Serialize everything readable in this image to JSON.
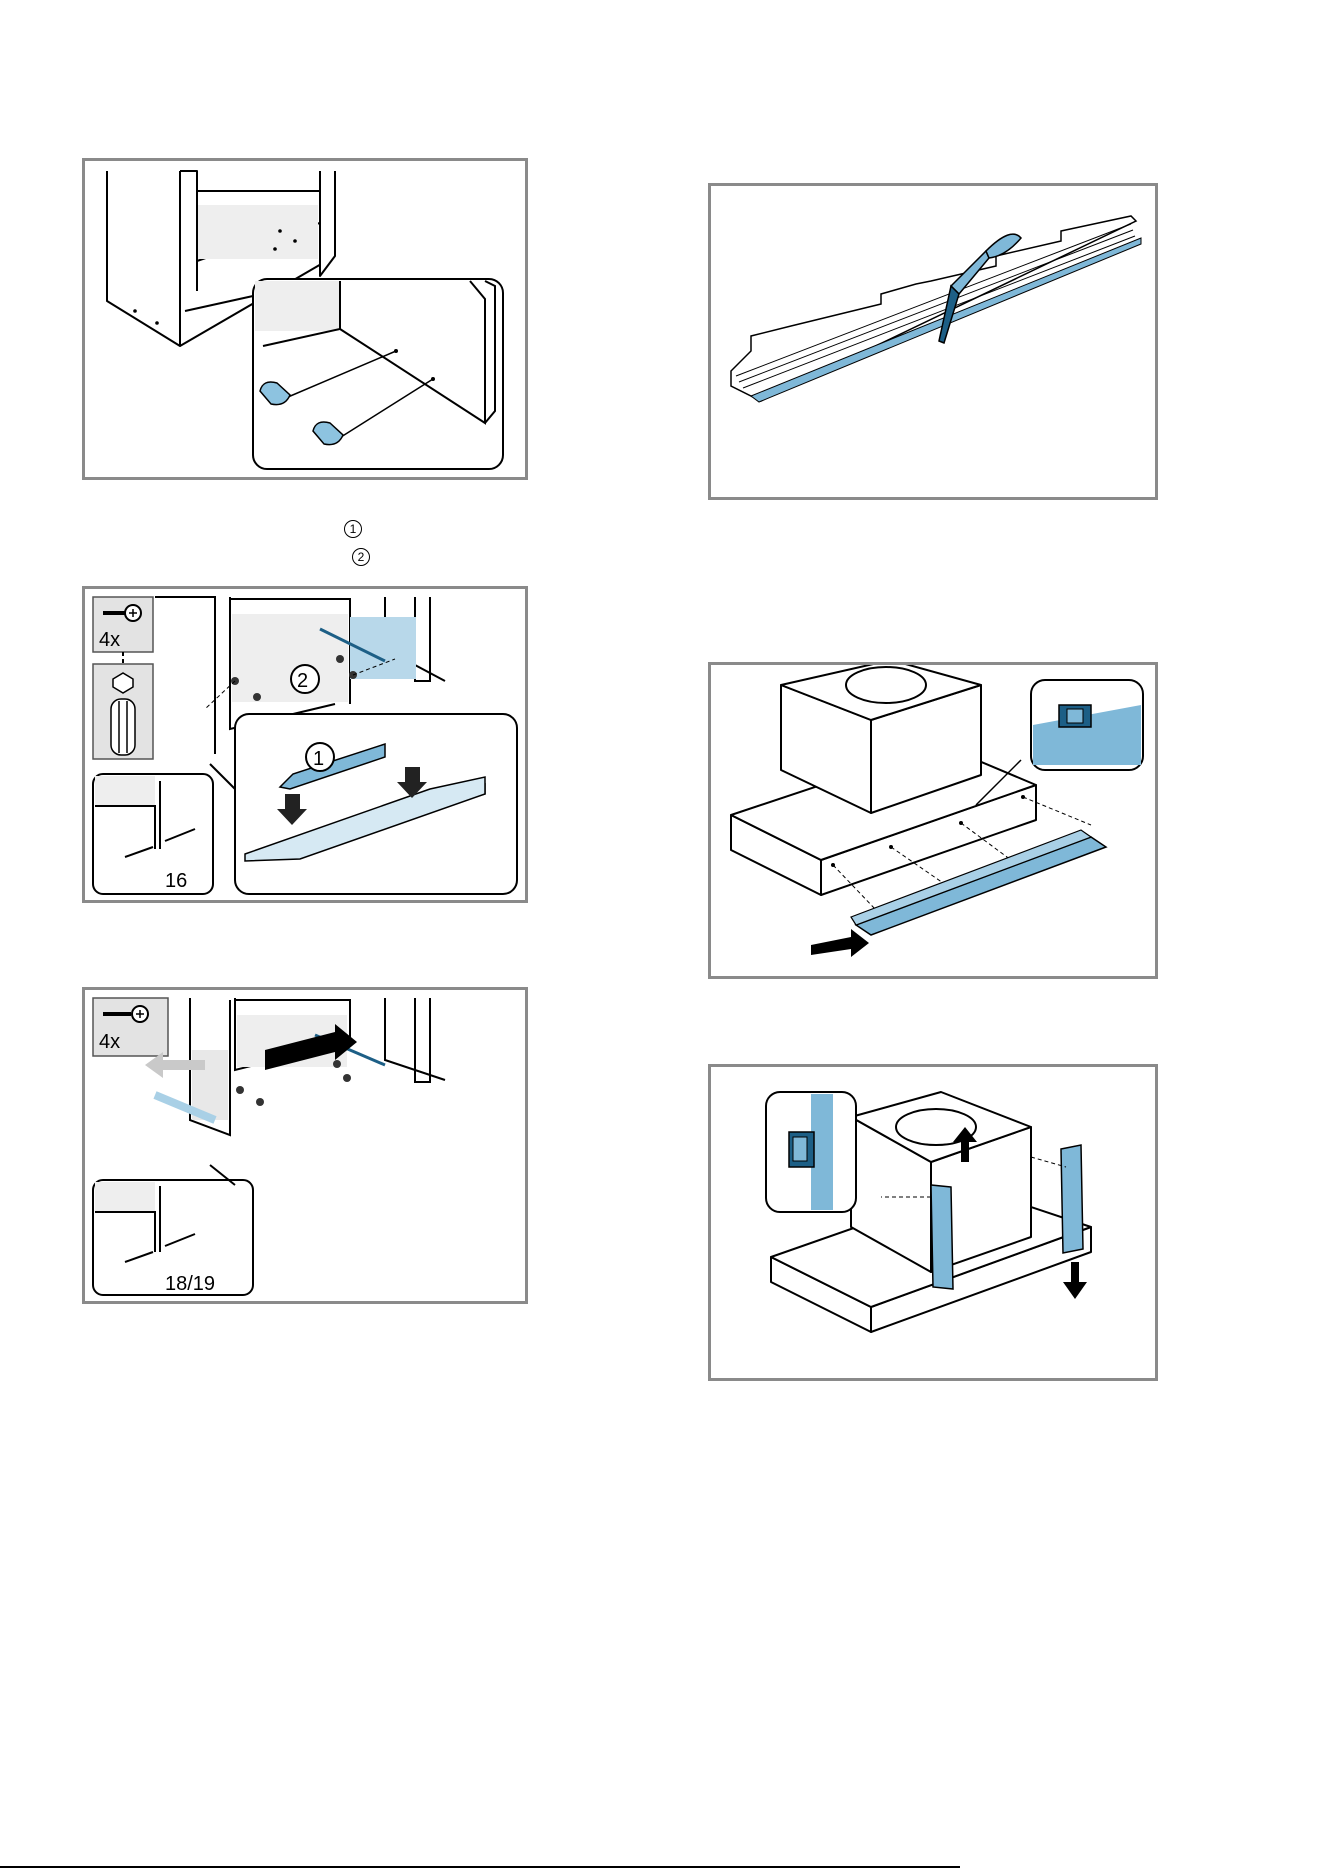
{
  "colors": {
    "accent": "#7fb8d8",
    "accent_dark": "#1d5f86",
    "frame": "#8a8a8a",
    "line": "#000000"
  },
  "step_markers": {
    "one": "1",
    "two": "2"
  },
  "panel_2": {
    "screw_count": "4x",
    "marker_1": "1",
    "marker_2": "2",
    "dimension": "16"
  },
  "panel_3": {
    "screw_count": "4x",
    "dimension": "18/19"
  }
}
